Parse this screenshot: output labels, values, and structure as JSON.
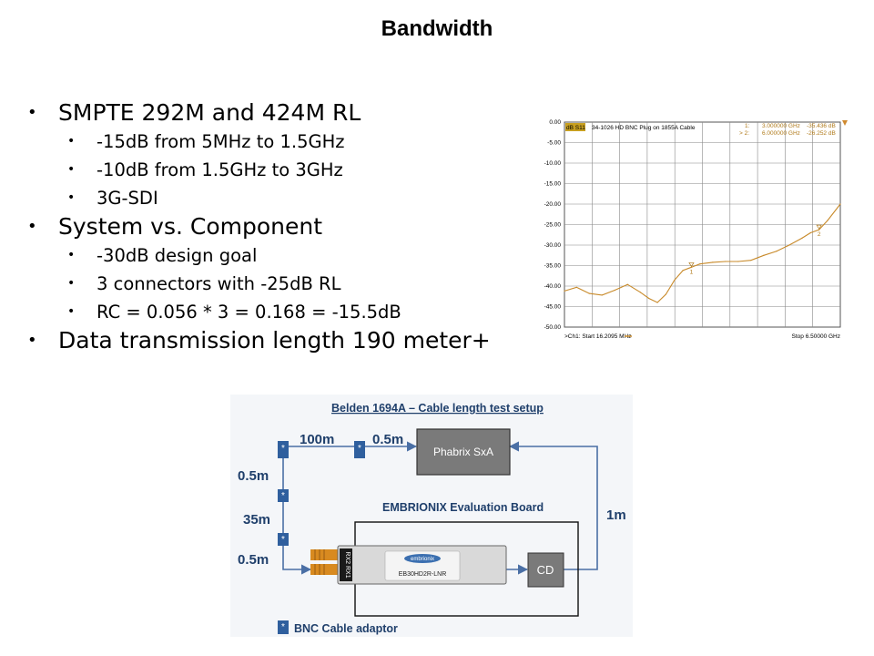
{
  "slide": {
    "title": "Bandwidth",
    "bullets": [
      {
        "text": "SMPTE 292M and 424M RL",
        "sub": [
          "-15dB from 5MHz to 1.5GHz",
          "-10dB from 1.5GHz to 3GHz",
          "3G-SDI"
        ]
      },
      {
        "text": "System vs. Component",
        "sub": [
          "-30dB design goal",
          "3 connectors with -25dB RL",
          "RC = 0.056 * 3 = 0.168 = -15.5dB"
        ]
      },
      {
        "text": "Data transmission length 190 meter+",
        "sub": []
      }
    ]
  },
  "chart_data": {
    "type": "line",
    "title": "34-1026 HD BNC Plug on 1855A Cable",
    "trace_label": "dB S11",
    "ytick_labels": [
      "0.00",
      "-5.00",
      "-10.00",
      "-15.00",
      "-20.00",
      "-25.00",
      "-30.00",
      "-35.00",
      "-40.00",
      "-45.00",
      "-50.00"
    ],
    "ylim": [
      -50,
      0
    ],
    "xlim": [
      0.0162095,
      6.5
    ],
    "x_unit": "GHz",
    "start_label": ">Ch1: Start  16.2095 MHz",
    "stop_label": "Stop  6.50000 GHz",
    "markers": [
      {
        "id": "1",
        "label": "1:",
        "freq": "3.000000 GHz",
        "value": "-35.436 dB",
        "x": 3.0,
        "y": -35.436
      },
      {
        "id": "2",
        "label": "> 2:",
        "freq": "6.000000 GHz",
        "value": "-26.252 dB",
        "x": 6.0,
        "y": -26.252
      }
    ],
    "series": [
      {
        "x": [
          0.016,
          0.3,
          0.6,
          0.9,
          1.2,
          1.5,
          1.8,
          2.0,
          2.2,
          2.4,
          2.6,
          2.8,
          3.0,
          3.2,
          3.5,
          3.8,
          4.1,
          4.4,
          4.7,
          5.0,
          5.3,
          5.6,
          5.8,
          6.0,
          6.2,
          6.5
        ],
        "values": [
          -41.2,
          -40.3,
          -41.8,
          -42.2,
          -41.0,
          -39.6,
          -41.5,
          -43.0,
          -44.0,
          -42.0,
          -38.6,
          -36.2,
          -35.4,
          -34.6,
          -34.2,
          -34.0,
          -34.0,
          -33.7,
          -32.5,
          -31.5,
          -30.0,
          -28.3,
          -27.0,
          -26.25,
          -24.0,
          -20.0
        ],
        "color": "#c88a2a"
      }
    ],
    "grid": true
  },
  "diagram": {
    "title": "Belden 1694A – Cable length test setup",
    "lengths": {
      "top_long": "100m",
      "top_short": "0.5m",
      "left_top": "0.5m",
      "left_mid": "35m",
      "left_bottom": "0.5m",
      "right": "1m"
    },
    "phabrix_label": "Phabrix SxA",
    "board_label": "EMBRIONIX Evaluation Board",
    "module_model": "EB30HD2R-LNR",
    "module_logo": "embrionix",
    "port_labels": "RX2 RX1",
    "cd_label": "CD",
    "adaptor_symbol": "*",
    "legend_label": "BNC Cable adaptor",
    "colors": {
      "arrow": "#4a6fa5",
      "adaptor": "#2f5f9e",
      "text": "#1f3f6b"
    }
  }
}
